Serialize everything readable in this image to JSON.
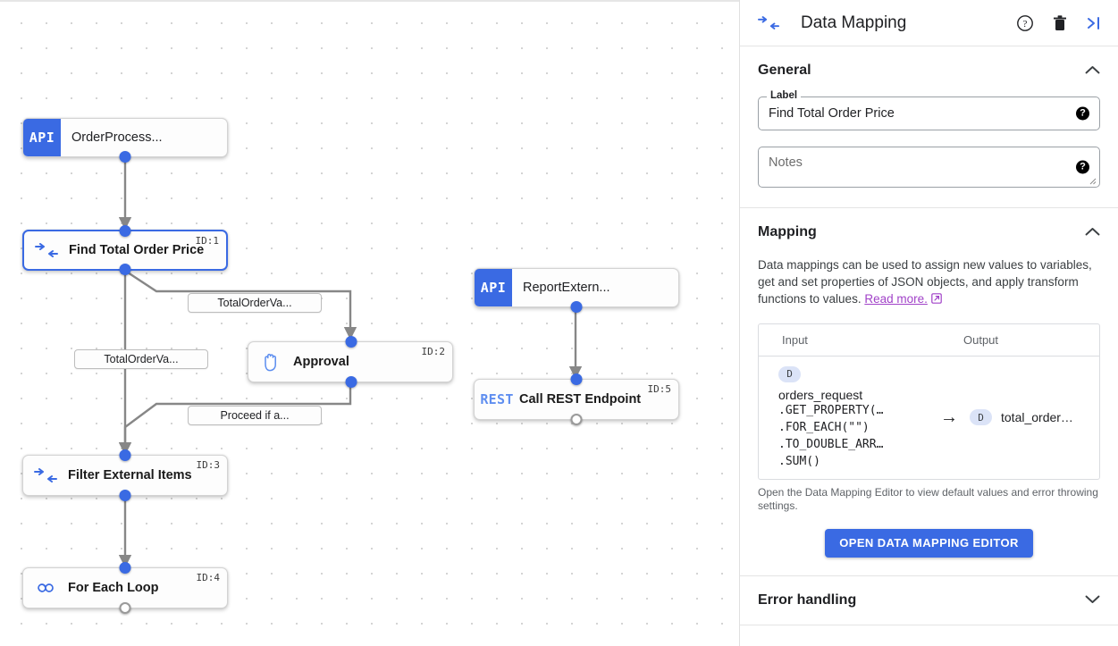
{
  "panel": {
    "icon": "data-mapping-icon",
    "title": "Data Mapping",
    "actions": {
      "help": "help-icon",
      "delete": "trash-icon",
      "collapse": "collapse-panel-icon"
    },
    "general": {
      "title": "General",
      "chevron": "⌃",
      "label_legend": "Label",
      "label_value": "Find Total Order Price",
      "notes_placeholder": "Notes",
      "help_glyph": "?"
    },
    "mapping": {
      "title": "Mapping",
      "chevron": "⌃",
      "description": "Data mappings can be used to assign new values to variables, get and set properties of JSON objects, and apply transform functions to values.",
      "link_text": "Read more.",
      "link_icon": "⧉",
      "columns": {
        "input": "Input",
        "output": "Output"
      },
      "row": {
        "input_badge": "D",
        "input_var": "orders_request",
        "input_expr": [
          ".GET_PROPERTY(…",
          ".FOR_EACH(\"\")",
          ".TO_DOUBLE_ARR…",
          ".SUM()"
        ],
        "arrow": "→",
        "output_badge": "D",
        "output_var": "total_order…"
      },
      "footnote": "Open the Data Mapping Editor to view default values and error throwing settings.",
      "button_label": "OPEN DATA MAPPING EDITOR"
    },
    "error_handling": {
      "title": "Error handling",
      "chevron": "⌄"
    }
  },
  "canvas": {
    "nodes": [
      {
        "name": "order-process",
        "title": "OrderProcess...",
        "badge": "API",
        "kind": "api",
        "id_label": ""
      },
      {
        "name": "find-total-order-price",
        "title": "Find Total Order Price",
        "icon": "data-mapping-icon",
        "kind": "mapping",
        "id_label": "ID:1"
      },
      {
        "name": "approval",
        "title": "Approval",
        "icon": "hand-icon",
        "kind": "approval",
        "id_label": "ID:2"
      },
      {
        "name": "filter-external-items",
        "title": "Filter External Items",
        "icon": "data-mapping-icon",
        "kind": "mapping",
        "id_label": "ID:3"
      },
      {
        "name": "for-each-loop",
        "title": "For Each Loop",
        "icon": "loop-icon",
        "kind": "loop",
        "id_label": "ID:4"
      },
      {
        "name": "report-external",
        "title": "ReportExtern...",
        "badge": "API",
        "kind": "api",
        "id_label": ""
      },
      {
        "name": "call-rest-endpoint",
        "title": "Call REST Endpoint",
        "icon": "REST",
        "kind": "rest",
        "id_label": "ID:5"
      }
    ],
    "edge_labels": [
      {
        "name": "edge-label-total-order-va-1",
        "text": "TotalOrderVa..."
      },
      {
        "name": "edge-label-total-order-va-2",
        "text": "TotalOrderVa..."
      },
      {
        "name": "edge-label-proceed-if-a",
        "text": "Proceed if a..."
      }
    ]
  },
  "colors": {
    "accent": "#3a6ae3",
    "link": "#a142c8",
    "badge_bg": "#dbe3f7",
    "rest_icon": "#5f8ef0"
  }
}
